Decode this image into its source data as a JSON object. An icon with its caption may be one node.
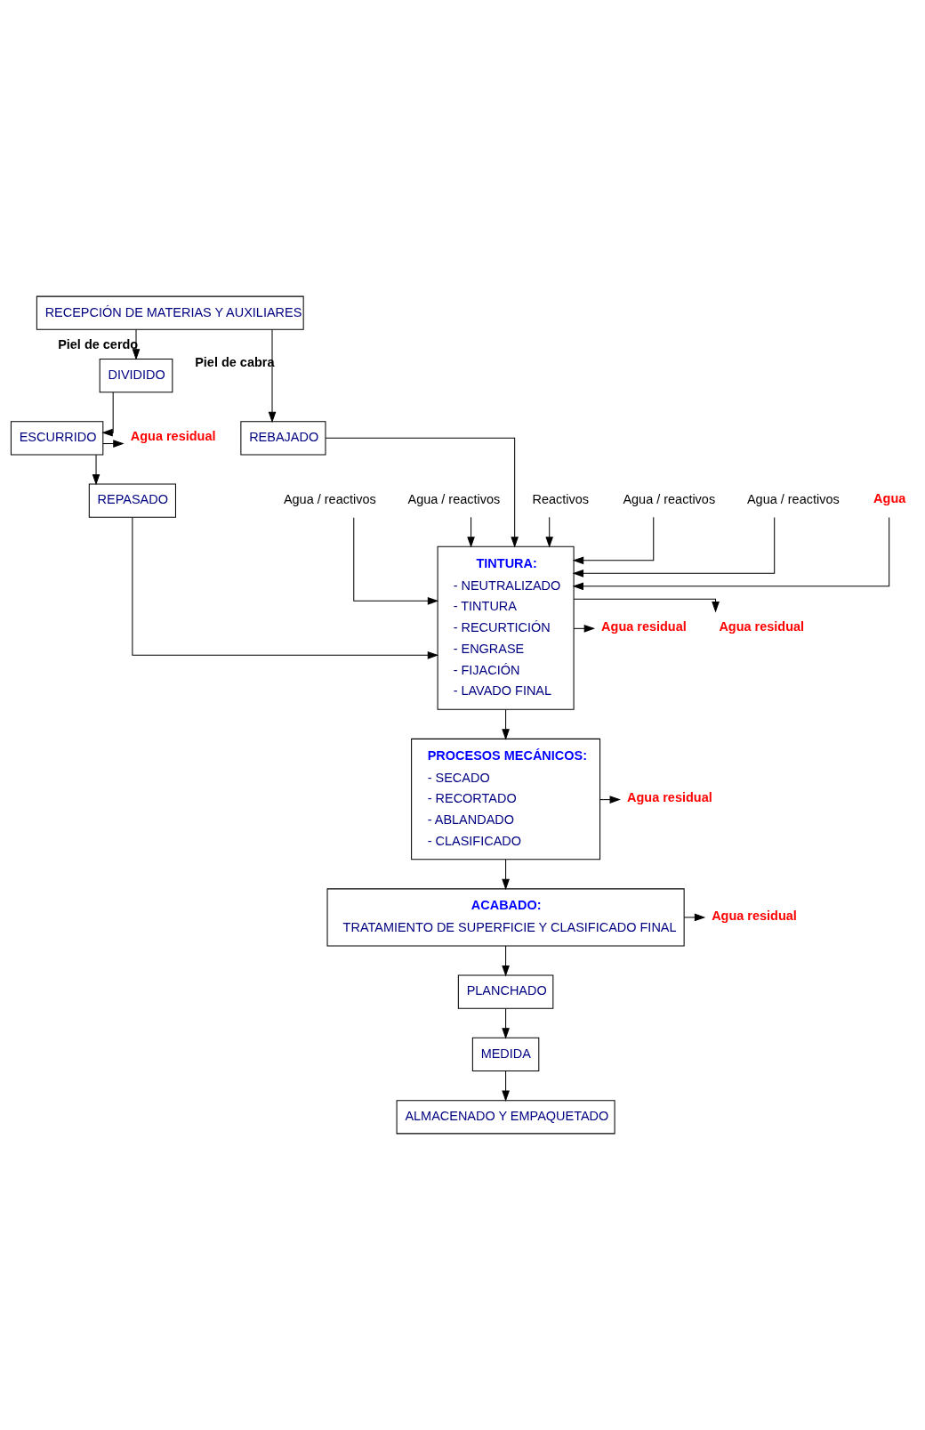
{
  "diagram": {
    "nodes": [
      {
        "text": [
          "RECEPCIÓN DE MATERIAS Y AUXILIARES"
        ]
      },
      {
        "text": [
          "DIVIDIDO"
        ]
      },
      {
        "text": [
          "ESCURRIDO"
        ]
      },
      {
        "text": [
          "Agua residual"
        ]
      },
      {
        "text": [
          "REPASADO"
        ]
      },
      {
        "text": [
          "REBAJADO"
        ]
      },
      {
        "text": [
          "Agua / reactivos"
        ]
      },
      {
        "text": [
          "Agua / reactivos"
        ]
      },
      {
        "text": [
          "Reactivos"
        ]
      },
      {
        "text": [
          "Agua / reactivos"
        ]
      },
      {
        "text": [
          "Agua / reactivos"
        ]
      },
      {
        "text": [
          "Agua"
        ]
      },
      {
        "text": [
          "TINTURA:",
          "- NEUTRALIZADO",
          "- TINTURA",
          "- RECURTICIÓN",
          "- ENGRASE",
          "- FIJACIÓN",
          "- LAVADO FINAL"
        ]
      },
      {
        "text": [
          "Agua residual"
        ]
      },
      {
        "text": [
          "Agua residual"
        ]
      },
      {
        "text": [
          "PROCESOS MECÁNICOS:",
          "- SECADO",
          "- RECORTADO",
          "- ABLANDADO",
          "- CLASIFICADO"
        ]
      },
      {
        "text": [
          "Agua residual"
        ]
      },
      {
        "text": [
          "ACABADO:",
          "TRATAMIENTO DE SUPERFICIE Y CLASIFICADO FINAL"
        ]
      },
      {
        "text": [
          "Agua residual"
        ]
      },
      {
        "text": [
          "PLANCHADO"
        ]
      },
      {
        "text": [
          "MEDIDA"
        ]
      },
      {
        "text": [
          "ALMACENADO Y EMPAQUETADO"
        ]
      }
    ],
    "edges": [
      {
        "from": 0,
        "to": 1,
        "arrow": "to",
        "label": "Piel de cerdo"
      },
      {
        "from": 0,
        "to": 5,
        "arrow": "to",
        "label": "Piel de cabra"
      },
      {
        "from": 1,
        "to": 2,
        "arrow": "to"
      },
      {
        "from": 2,
        "to": 3,
        "arrow": "to"
      },
      {
        "from": 2,
        "to": 4,
        "arrow": "to"
      },
      {
        "from": 4,
        "to": 12,
        "arrow": "to"
      },
      {
        "from": 5,
        "to": 12,
        "arrow": "to"
      },
      {
        "from": 6,
        "to": 12,
        "arrow": "to"
      },
      {
        "from": 7,
        "to": 12,
        "arrow": "to"
      },
      {
        "from": 8,
        "to": 12,
        "arrow": "to"
      },
      {
        "from": 9,
        "to": 12,
        "arrow": "to"
      },
      {
        "from": 10,
        "to": 12,
        "arrow": "to"
      },
      {
        "from": 11,
        "to": 12,
        "arrow": "to"
      },
      {
        "from": 12,
        "to": 13,
        "arrow": "to"
      },
      {
        "from": 12,
        "to": 14,
        "arrow": "to"
      },
      {
        "from": 12,
        "to": 15,
        "arrow": "to"
      },
      {
        "from": 15,
        "to": 16,
        "arrow": "to"
      },
      {
        "from": 15,
        "to": 17,
        "arrow": "to"
      },
      {
        "from": 17,
        "to": 18,
        "arrow": "to"
      },
      {
        "from": 17,
        "to": 19,
        "arrow": "to"
      },
      {
        "from": 19,
        "to": 20,
        "arrow": "to"
      },
      {
        "from": 20,
        "to": 21,
        "arrow": "to"
      }
    ]
  }
}
